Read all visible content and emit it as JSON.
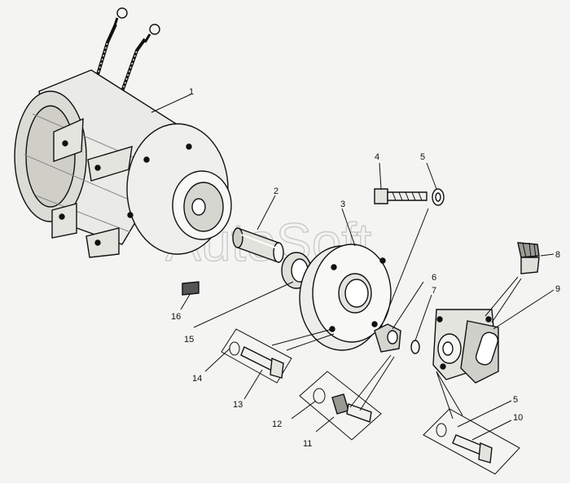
{
  "watermark": "AutoSoft",
  "callouts": [
    "1",
    "2",
    "3",
    "4",
    "5",
    "6",
    "7",
    "8",
    "9",
    "5",
    "10",
    "11",
    "12",
    "13",
    "14",
    "15",
    "16"
  ],
  "colors": {
    "ink": "#111111",
    "paper": "#f4f4f2",
    "watermark": "#bdbdbd"
  }
}
